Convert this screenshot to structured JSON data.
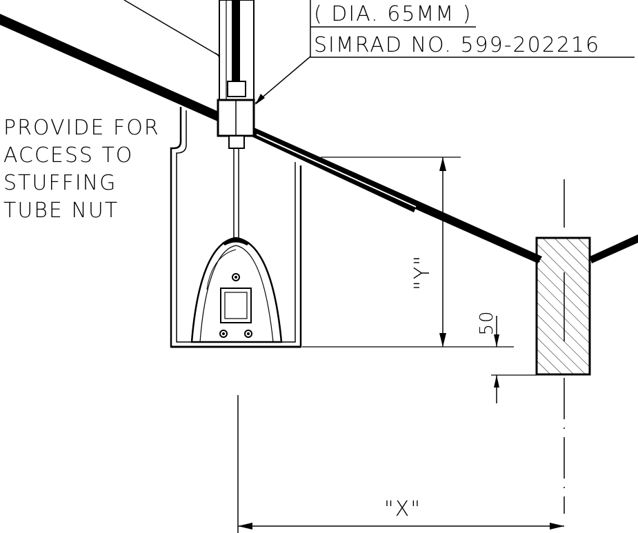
{
  "callout": {
    "dia": "( DIA. 65MM )",
    "part_number": "SIMRAD NO. 599-202216"
  },
  "note": {
    "lines": [
      "PROVIDE FOR",
      "ACCESS TO",
      "STUFFING",
      "TUBE NUT"
    ]
  },
  "dimensions": {
    "y_label": "\"Y\"",
    "x_label": "\"X\"",
    "offset_label": "50"
  }
}
